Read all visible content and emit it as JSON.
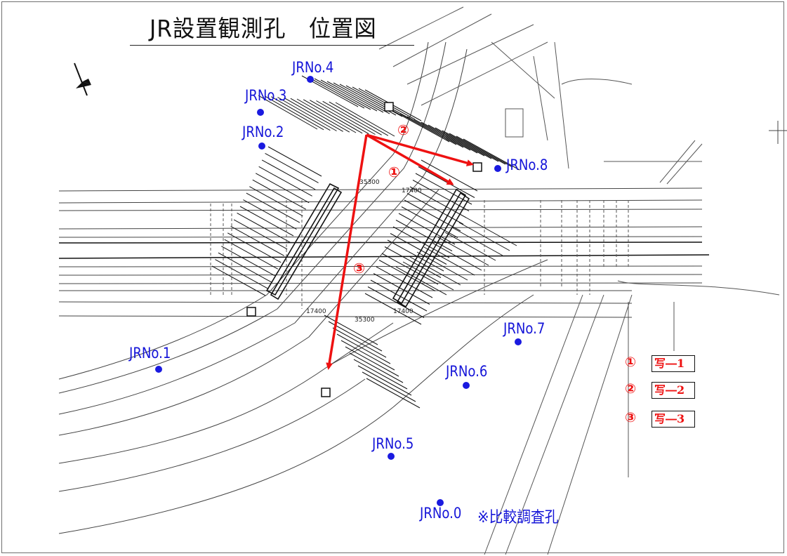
{
  "title": "JR設置観測孔　位置図",
  "observation_holes": [
    {
      "label": "JRNo.4"
    },
    {
      "label": "JRNo.3"
    },
    {
      "label": "JRNo.2"
    },
    {
      "label": "JRNo.8"
    },
    {
      "label": "JRNo.1"
    },
    {
      "label": "JRNo.7"
    },
    {
      "label": "JRNo.6"
    },
    {
      "label": "JRNo.5"
    },
    {
      "label": "JRNo.0"
    }
  ],
  "comparison_note": "※比較調査孔",
  "photo_arrows": [
    {
      "number": "②"
    },
    {
      "number": "①"
    },
    {
      "number": "③"
    }
  ],
  "photo_legend": [
    {
      "number": "①",
      "label": "写―1"
    },
    {
      "number": "②",
      "label": "写―2"
    },
    {
      "number": "③",
      "label": "写―3"
    }
  ],
  "drawing_annotations": {
    "dimension_top": "35300",
    "dimension_top_inner": "17400",
    "dimension_bottom": "35300",
    "dimension_bottom_inner_left": "17400",
    "dimension_bottom_inner_right": "17400"
  },
  "colors": {
    "hole_marker": "#1a1ae0",
    "photo_arrow": "#ee1111",
    "linework": "#333333"
  }
}
